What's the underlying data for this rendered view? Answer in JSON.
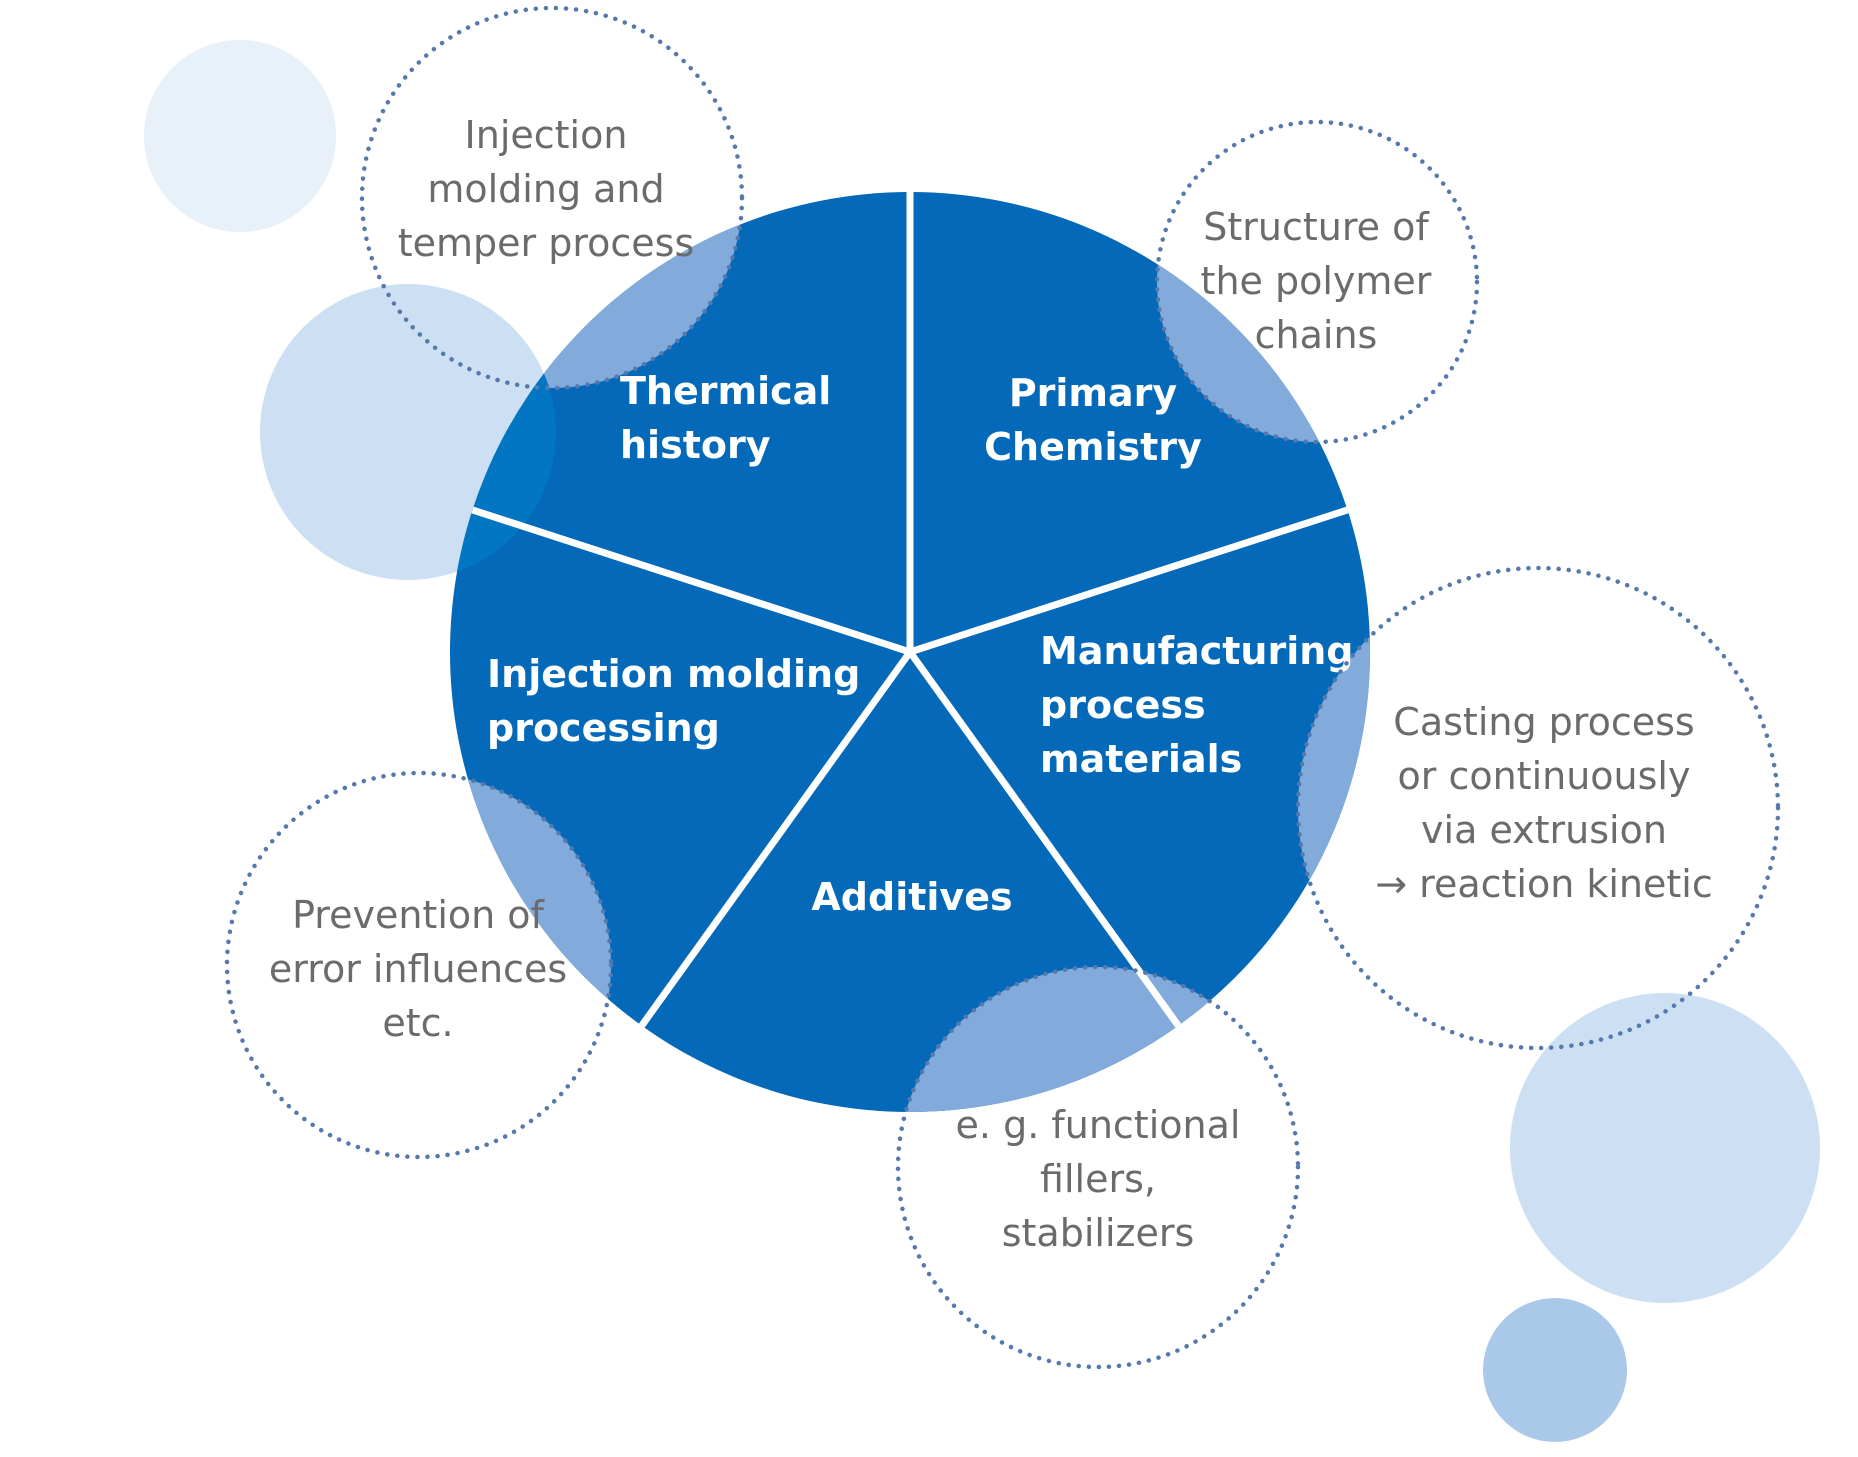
{
  "colors": {
    "segment_fill": "#0369b8",
    "divider": "#ffffff",
    "overlap_fill": "#82abdb",
    "bubble_light": "#e8f0f9",
    "bubble_mid": "#cddff2",
    "bubble_dark": "#aac9e8",
    "dotted_ring": "#5579ad",
    "note_text": "#6b6b6b",
    "segment_text": "#ffffff"
  },
  "segments": [
    {
      "id": "thermical-history",
      "lines": [
        "Thermical",
        "history"
      ]
    },
    {
      "id": "primary-chemistry",
      "lines": [
        "Primary",
        "Chemistry"
      ]
    },
    {
      "id": "manufacturing-process-materials",
      "lines": [
        "Manufacturing",
        "process",
        "materials"
      ]
    },
    {
      "id": "additives",
      "lines": [
        "Additives"
      ]
    },
    {
      "id": "injection-molding-processing",
      "lines": [
        "Injection molding",
        "processing"
      ]
    }
  ],
  "notes": [
    {
      "id": "injection-molding-temper",
      "lines": [
        "Injection",
        "molding and",
        "temper process"
      ]
    },
    {
      "id": "polymer-chains",
      "lines": [
        "Structure of",
        "the polymer",
        "chains"
      ]
    },
    {
      "id": "casting-process",
      "lines": [
        "Casting process",
        "or continuously",
        "via extrusion",
        "→ reaction kinetic"
      ]
    },
    {
      "id": "functional-fillers",
      "lines": [
        "e. g. functional",
        "fillers,",
        "stabilizers"
      ]
    },
    {
      "id": "error-influences",
      "lines": [
        "Prevention of",
        "error influences",
        "etc."
      ]
    }
  ]
}
